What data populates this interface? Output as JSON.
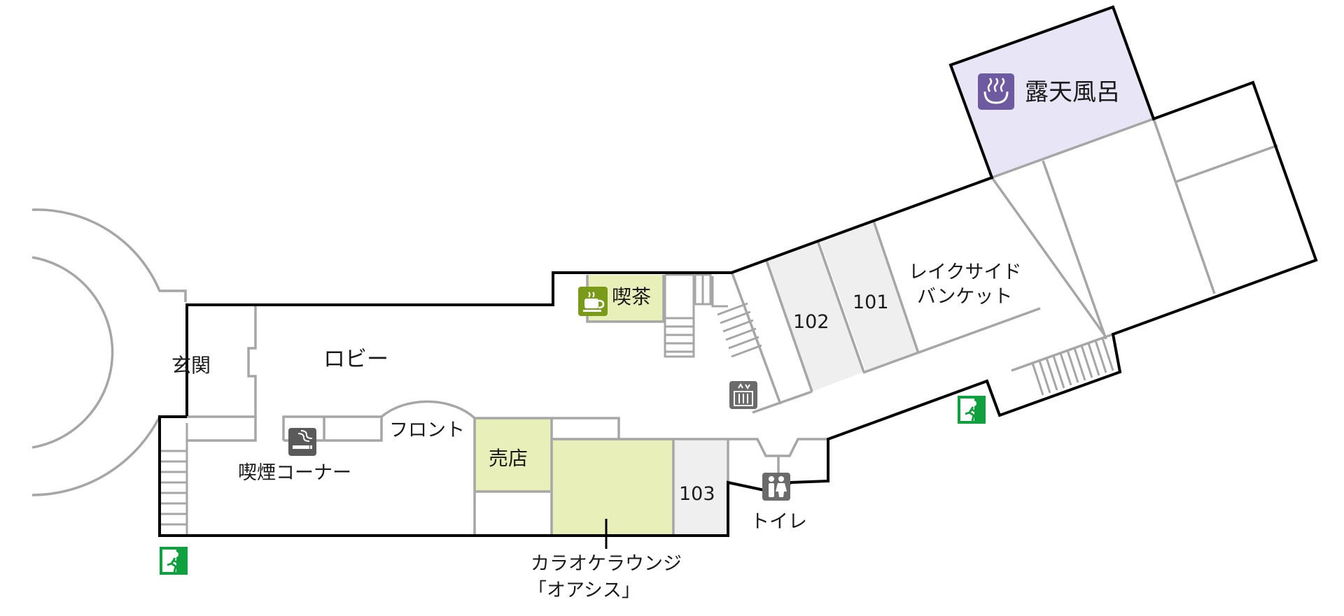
{
  "labels": {
    "entrance": "玄関",
    "lobby": "ロビー",
    "front_desk": "フロント",
    "smoking_corner": "喫煙コーナー",
    "shop": "売店",
    "cafe": "喫茶",
    "room_103": "103",
    "room_102": "102",
    "room_101": "101",
    "banquet_line1": "レイクサイド",
    "banquet_line2": "バンケット",
    "toilet": "トイレ",
    "karaoke_line1": "カラオケラウンジ",
    "karaoke_line2": "「オアシス」",
    "open_air_bath": "露天風呂"
  },
  "icons": {
    "cafe": "coffee-cup-icon",
    "smoking": "smoking-icon",
    "elevator": "elevator-icon",
    "toilet": "restroom-icon",
    "bath": "hot-spring-icon",
    "exit": "emergency-exit-icon"
  },
  "colors": {
    "wall": "#000000",
    "partition": "#a6a6a6",
    "highlight_yellow": "#e9efb8",
    "room_grey": "#efefef",
    "bath_purple": "#e8e5f6",
    "bath_icon": "#6e5aa0",
    "cafe_icon": "#7a9a1a",
    "exit_green": "#11a040",
    "icon_grey": "#6b6b6b"
  }
}
